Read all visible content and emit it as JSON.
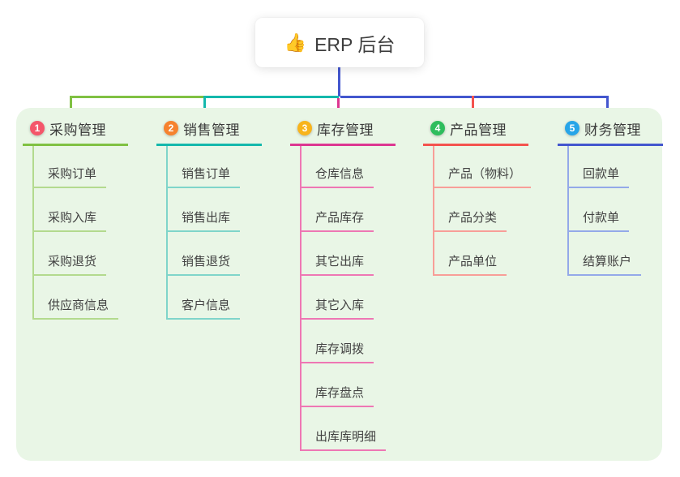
{
  "root": {
    "icon": "👍",
    "title": "ERP 后台"
  },
  "colors": {
    "root_line": "#4356ce",
    "panel_bg": "#e9f6e6"
  },
  "branches": [
    {
      "num": "1",
      "label": "采购管理",
      "circle_color": "#f4566a",
      "line_color": "#80c143",
      "child_line_color": "#b3da8e",
      "children": [
        "采购订单",
        "采购入库",
        "采购退货",
        "供应商信息"
      ]
    },
    {
      "num": "2",
      "label": "销售管理",
      "circle_color": "#f6822e",
      "line_color": "#14b8ac",
      "child_line_color": "#7fd5ca",
      "children": [
        "销售订单",
        "销售出库",
        "销售退货",
        "客户信息"
      ]
    },
    {
      "num": "3",
      "label": "库存管理",
      "circle_color": "#f8b41c",
      "line_color": "#dd3691",
      "child_line_color": "#ee77b4",
      "children": [
        "仓库信息",
        "产品库存",
        "其它出库",
        "其它入库",
        "库存调拨",
        "库存盘点",
        "出库库明细"
      ]
    },
    {
      "num": "4",
      "label": "产品管理",
      "circle_color": "#2ebd5d",
      "line_color": "#f4534e",
      "child_line_color": "#f89e98",
      "children": [
        "产品（物料）",
        "产品分类",
        "产品单位"
      ]
    },
    {
      "num": "5",
      "label": "财务管理",
      "circle_color": "#27a5e8",
      "line_color": "#4356ce",
      "child_line_color": "#94a9e9",
      "children": [
        "回款单",
        "付款单",
        "结算账户"
      ]
    }
  ]
}
